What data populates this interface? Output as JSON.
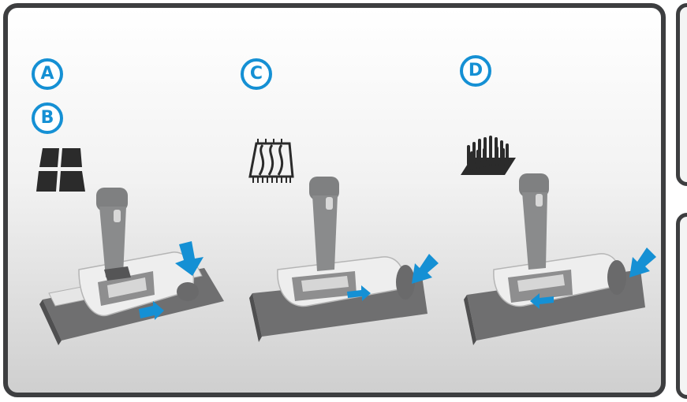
{
  "steps": [
    {
      "label": "A"
    },
    {
      "label": "B"
    },
    {
      "label": "C"
    },
    {
      "label": "D"
    }
  ],
  "icons": [
    "hard-floor-tiles-icon",
    "carpet-icon",
    "deep-pile-carpet-icon"
  ],
  "colors": {
    "accent": "#1590d4",
    "frame": "#3d3e40",
    "nozzle_body": "#e8e8e8",
    "nozzle_base": "#6f6f70",
    "handle": "#8a8b8c"
  }
}
